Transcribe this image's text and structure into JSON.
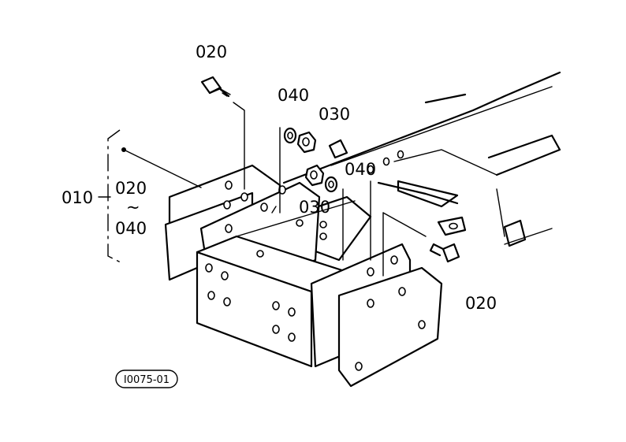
{
  "labels": {
    "bolt_top": "020",
    "bolt_right": "020",
    "washer_top": "040",
    "nut_top": "030",
    "nut_mid": "030",
    "washer_mid": "040",
    "assembly": "010",
    "range_start": "020",
    "range_sep": "~",
    "range_end": "040"
  },
  "drawing_code": "I0075-01"
}
